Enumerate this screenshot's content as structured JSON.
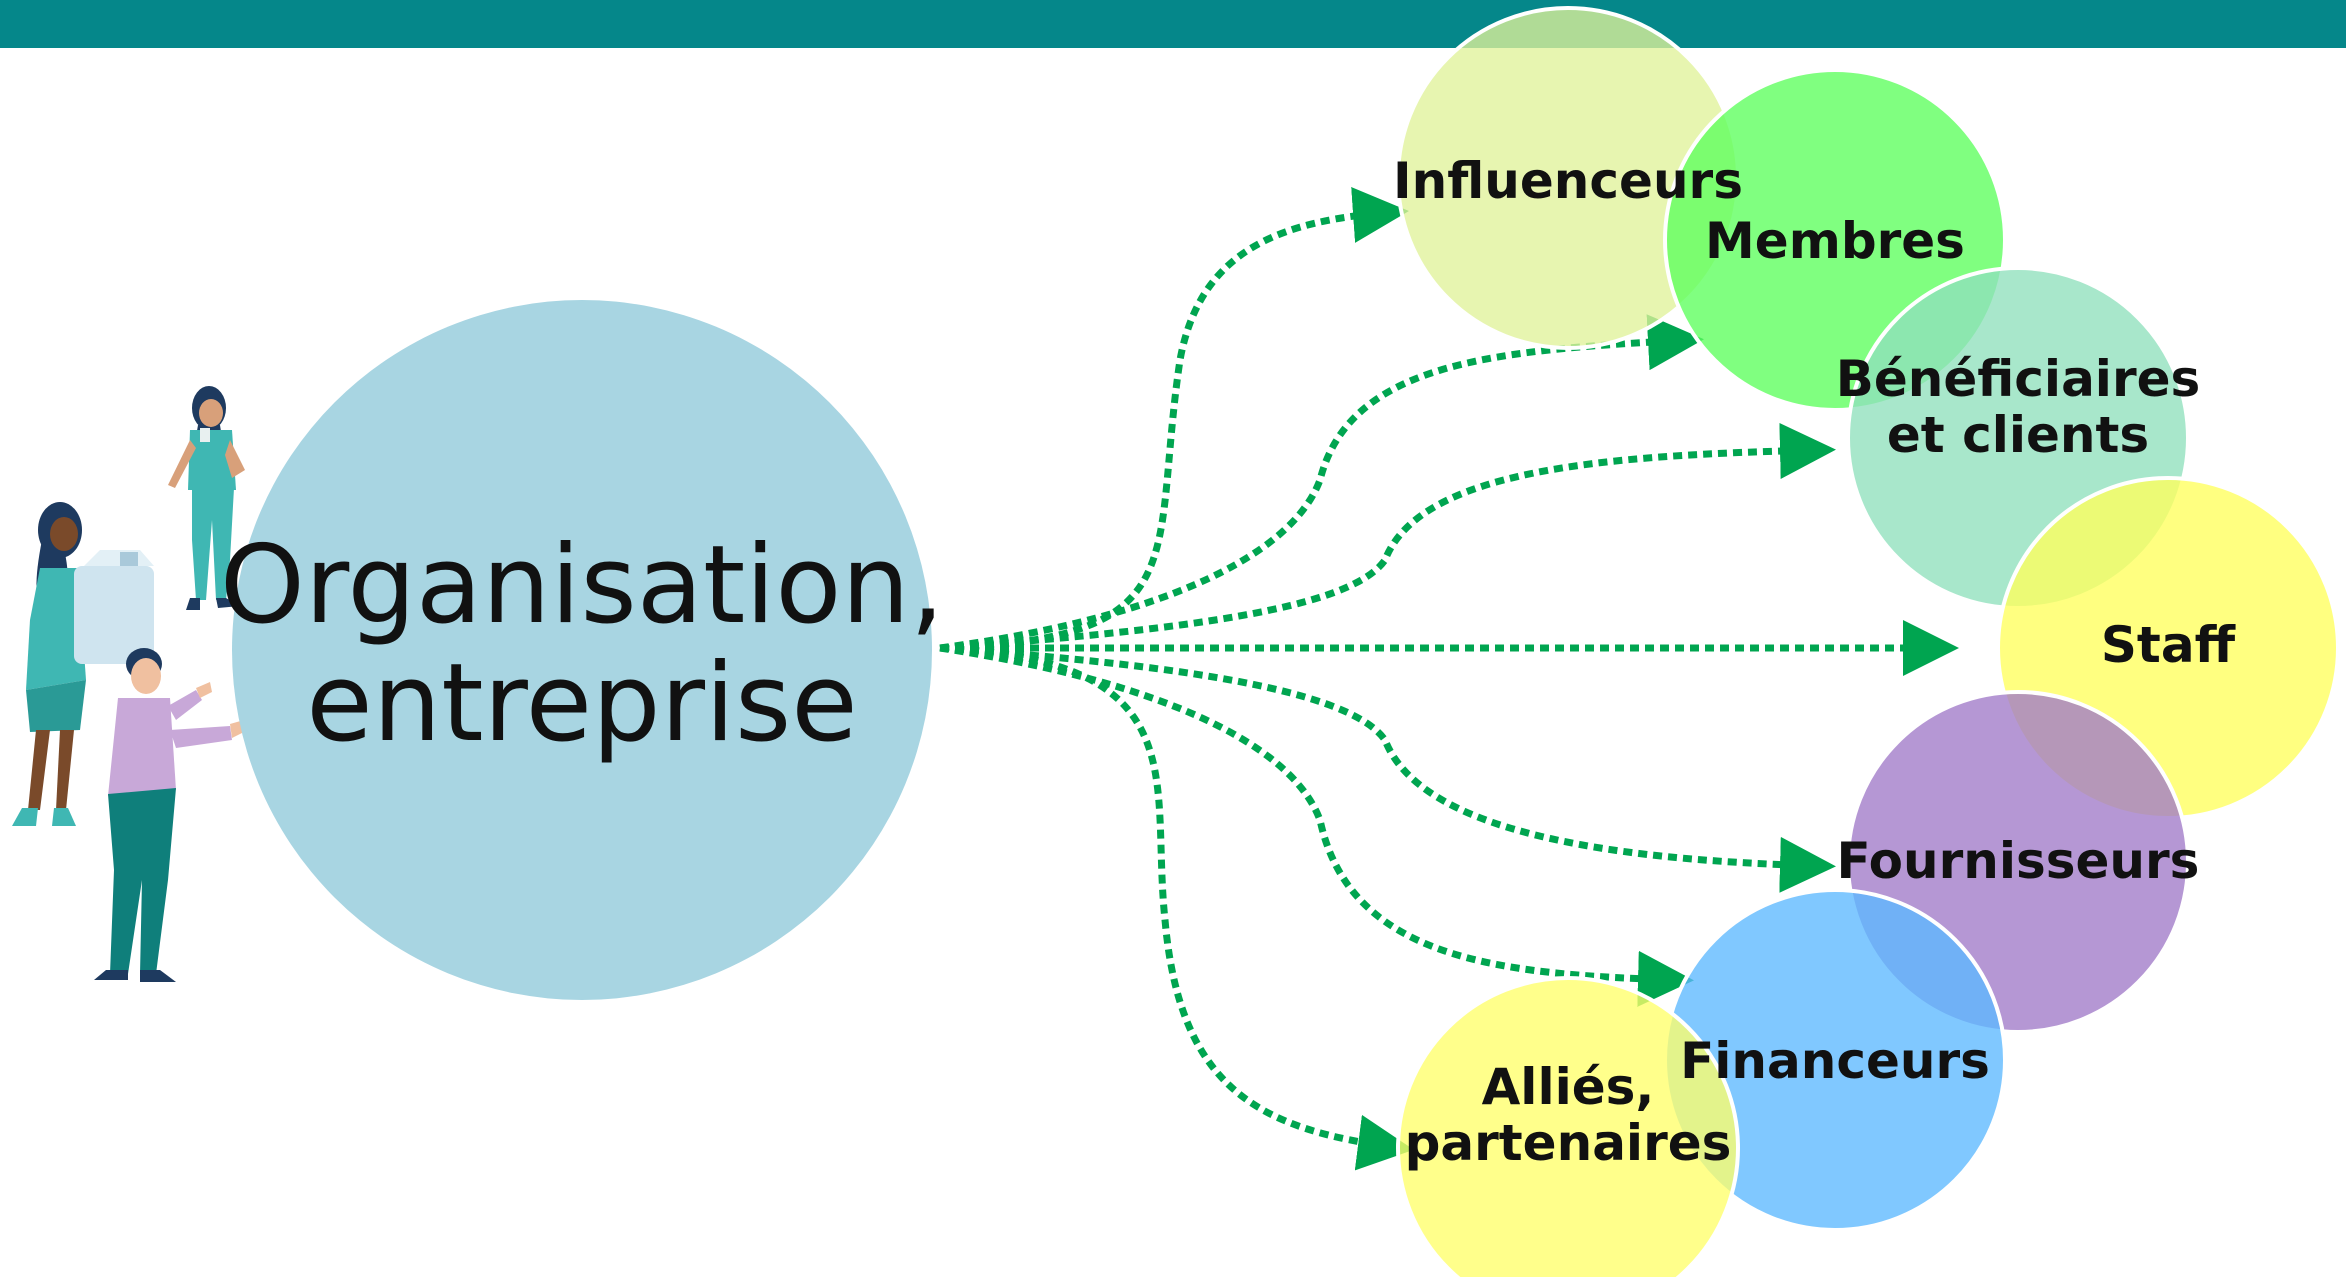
{
  "center": {
    "line1": "Organisation,",
    "line2": "entreprise",
    "color": "#a8d5e2"
  },
  "stakeholders": [
    {
      "id": "influenceurs",
      "lines": [
        "Influenceurs"
      ],
      "color": "#e0f29a"
    },
    {
      "id": "membres",
      "lines": [
        "Membres"
      ],
      "color": "#5cff5c"
    },
    {
      "id": "beneficiaires",
      "lines": [
        "Bénéficiaires",
        "et clients"
      ],
      "color": "#8fe0bd"
    },
    {
      "id": "staff",
      "lines": [
        "Staff"
      ],
      "color": "#ffff5c"
    },
    {
      "id": "fournisseurs",
      "lines": [
        "Fournisseurs"
      ],
      "color": "#a07ac8"
    },
    {
      "id": "financeurs",
      "lines": [
        "Financeurs"
      ],
      "color": "#5cb8ff"
    },
    {
      "id": "allies",
      "lines": [
        "Alliés,",
        "partenaires"
      ],
      "color": "#ffff6a"
    }
  ],
  "colors": {
    "header_bar": "#05878a",
    "arrow": "#00a550"
  }
}
